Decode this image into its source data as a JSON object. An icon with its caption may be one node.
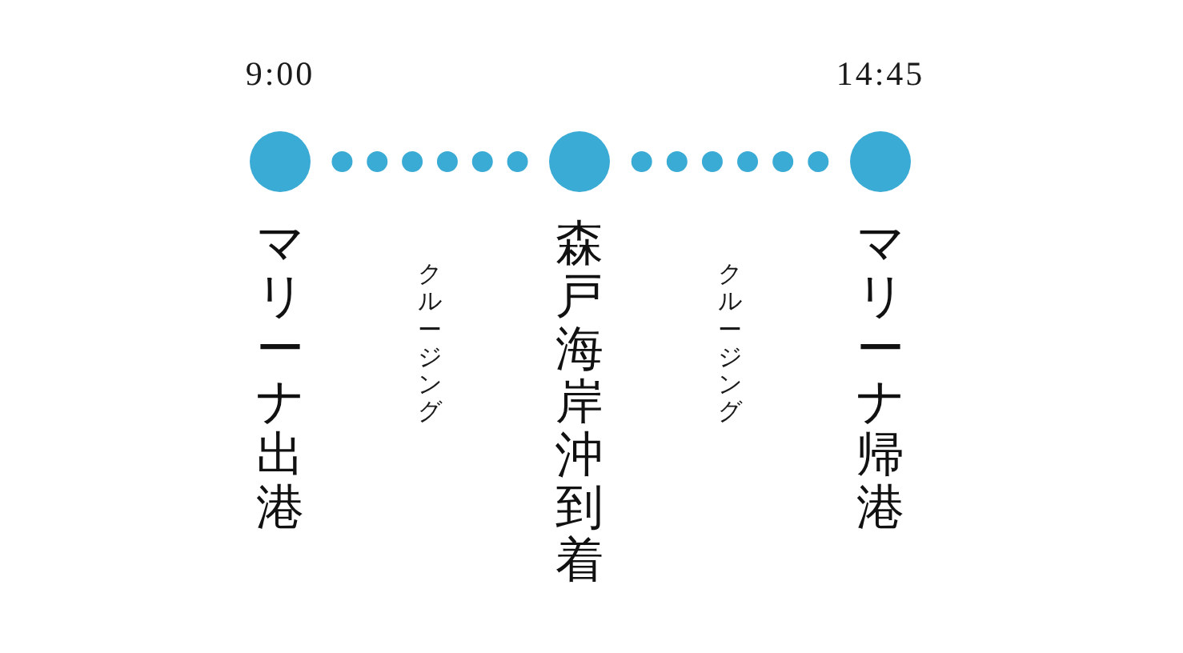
{
  "diagram": {
    "nodes": [
      {
        "text": [
          "マリーナ出港"
        ],
        "beside": [
          "9:00"
        ]
      },
      {
        "text": [
          "森戸海岸沖到着"
        ]
      },
      {
        "text": [
          "マリーナ帰港"
        ],
        "beside": [
          "14:45"
        ]
      }
    ],
    "edges": [
      {
        "from": 0,
        "to": 1,
        "arrow": "none",
        "label": "クルージング",
        "style": "dashed"
      },
      {
        "from": 1,
        "to": 2,
        "arrow": "none",
        "label": "クルージング",
        "style": "dashed"
      }
    ]
  }
}
